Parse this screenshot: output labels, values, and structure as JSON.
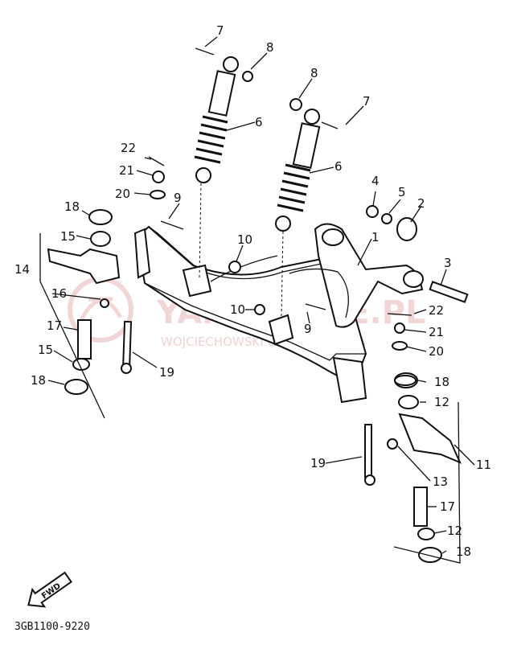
{
  "diagram_code": "3GB1100-9220",
  "fwd_label": "FWD",
  "watermark": {
    "brand": "YAMAHA-PE.PL",
    "subtitle": "WOJCIECHOWSKI CZĘŚCI YAMAHA"
  },
  "callouts": [
    {
      "id": "c1",
      "number": "1"
    },
    {
      "id": "c2",
      "number": "2"
    },
    {
      "id": "c3",
      "number": "3"
    },
    {
      "id": "c4",
      "number": "4"
    },
    {
      "id": "c5",
      "number": "5"
    },
    {
      "id": "c6a",
      "number": "6"
    },
    {
      "id": "c6b",
      "number": "6"
    },
    {
      "id": "c7a",
      "number": "7"
    },
    {
      "id": "c7b",
      "number": "7"
    },
    {
      "id": "c8a",
      "number": "8"
    },
    {
      "id": "c8b",
      "number": "8"
    },
    {
      "id": "c9a",
      "number": "9"
    },
    {
      "id": "c9b",
      "number": "9"
    },
    {
      "id": "c10a",
      "number": "10"
    },
    {
      "id": "c10b",
      "number": "10"
    },
    {
      "id": "c11",
      "number": "11"
    },
    {
      "id": "c12a",
      "number": "12"
    },
    {
      "id": "c12b",
      "number": "12"
    },
    {
      "id": "c13",
      "number": "13"
    },
    {
      "id": "c14",
      "number": "14"
    },
    {
      "id": "c15a",
      "number": "15"
    },
    {
      "id": "c15b",
      "number": "15"
    },
    {
      "id": "c16",
      "number": "16"
    },
    {
      "id": "c17a",
      "number": "17"
    },
    {
      "id": "c17b",
      "number": "17"
    },
    {
      "id": "c18a",
      "number": "18"
    },
    {
      "id": "c18b",
      "number": "18"
    },
    {
      "id": "c18c",
      "number": "18"
    },
    {
      "id": "c19a",
      "number": "19"
    },
    {
      "id": "c19b",
      "number": "19"
    },
    {
      "id": "c20a",
      "number": "20"
    },
    {
      "id": "c20b",
      "number": "20"
    },
    {
      "id": "c21a",
      "number": "21"
    },
    {
      "id": "c21b",
      "number": "21"
    },
    {
      "id": "c22a",
      "number": "22"
    },
    {
      "id": "c22b",
      "number": "22"
    }
  ]
}
